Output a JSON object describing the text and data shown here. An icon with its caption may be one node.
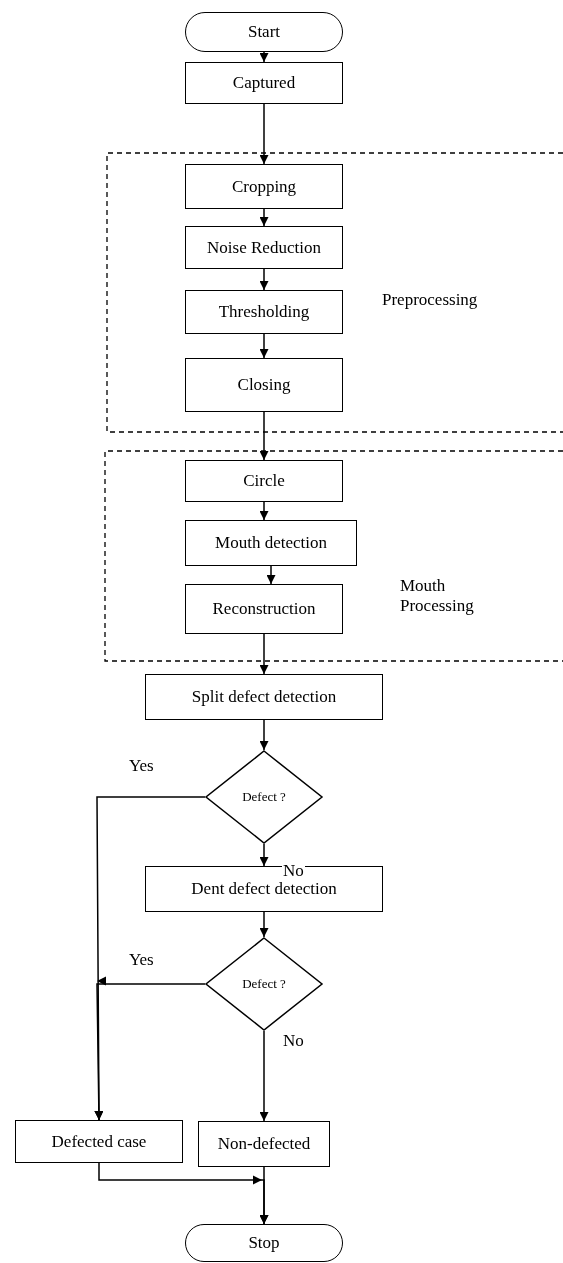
{
  "diagram": {
    "nodes": [
      {
        "text": [
          "Start"
        ]
      },
      {
        "text": [
          "Captured"
        ]
      },
      {
        "text": [
          "Preprocessing"
        ]
      },
      {
        "text": [
          "Cropping"
        ],
        "in": 2
      },
      {
        "text": [
          "Noise Reduction"
        ],
        "in": 2
      },
      {
        "text": [
          "Thresholding"
        ],
        "in": 2
      },
      {
        "text": [
          "Closing"
        ],
        "in": 2
      },
      {
        "text": [
          "Mouth Processing"
        ]
      },
      {
        "text": [
          "Circle"
        ],
        "in": 7
      },
      {
        "text": [
          "Mouth detection"
        ],
        "in": 7
      },
      {
        "text": [
          "Reconstruction"
        ],
        "in": 7
      },
      {
        "text": [
          "Split defect detection"
        ]
      },
      {
        "text": [
          "Defect ?"
        ]
      },
      {
        "text": [
          "Dent defect detection"
        ]
      },
      {
        "text": [
          "Defect ?"
        ]
      },
      {
        "text": [
          "Defected case"
        ]
      },
      {
        "text": [
          "Non-defected"
        ]
      },
      {
        "text": [
          "Stop"
        ]
      }
    ],
    "edges": [
      {
        "from": 0,
        "to": 1,
        "arrow": "to"
      },
      {
        "from": 1,
        "to": 3,
        "arrow": "to"
      },
      {
        "from": 3,
        "to": 4,
        "arrow": "to"
      },
      {
        "from": 4,
        "to": 5,
        "arrow": "to"
      },
      {
        "from": 5,
        "to": 6,
        "arrow": "to"
      },
      {
        "from": 6,
        "to": 8,
        "arrow": "to"
      },
      {
        "from": 8,
        "to": 9,
        "arrow": "to"
      },
      {
        "from": 9,
        "to": 10,
        "arrow": "to"
      },
      {
        "from": 10,
        "to": 11,
        "arrow": "to"
      },
      {
        "from": 11,
        "to": 12,
        "arrow": "to"
      },
      {
        "from": 12,
        "to": 13,
        "arrow": "to",
        "label": "No"
      },
      {
        "from": 12,
        "to": 15,
        "arrow": "to",
        "label": "Yes"
      },
      {
        "from": 13,
        "to": 14,
        "arrow": "to"
      },
      {
        "from": 14,
        "to": 16,
        "arrow": "to",
        "label": "No"
      },
      {
        "from": 14,
        "to": 15,
        "arrow": "to",
        "label": "Yes"
      },
      {
        "from": 15,
        "to": 17,
        "arrow": "to"
      },
      {
        "from": 16,
        "to": 17,
        "arrow": "to"
      }
    ]
  }
}
